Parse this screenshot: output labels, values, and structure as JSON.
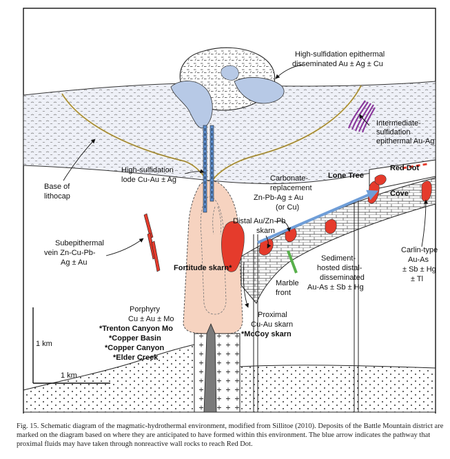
{
  "colors": {
    "lithocap_fill": "#eef0f7",
    "advanced_argillic": "#b7c9e6",
    "potassic_halo": "#f6d3c0",
    "skarn_red": "#e53b2c",
    "blue_arrow": "#6f9ed8",
    "yellow_contact": "#d7b646",
    "purple_veins": "#8b3a9e",
    "marble_front": "#58b04b"
  },
  "labels": {
    "high_sulf_epi": [
      "High-sulfidation epithermal",
      "disseminated Au ± Ag ± Cu"
    ],
    "intermediate": [
      "Intermediate-",
      "sulfidation",
      "epithermal Au-Ag"
    ],
    "red_dot": "Red Dot",
    "cove": "Cove",
    "lone_tree": "Lone Tree",
    "base_lithocap": [
      "Base of",
      "lithocap"
    ],
    "lode": [
      "High-sulfidation",
      "lode Cu-Au ± Ag"
    ],
    "carbonate": [
      "Carbonate-",
      "replacement",
      "Zn-Pb-Ag ±  Au",
      "(or Cu)"
    ],
    "distal_skarn": [
      "Distal Au/Zn-Pb",
      "skarn"
    ],
    "subepithermal": [
      "Subepithermal",
      "vein Zn-Cu-Pb-",
      "Ag ± Au"
    ],
    "fortitude": "Fortitude skarn*",
    "marble_front": [
      "Marble",
      "front"
    ],
    "sediment": [
      "Sediment-",
      "hosted distal-",
      "disseminated",
      "Au-As ± Sb ± Hg"
    ],
    "carlin": [
      "Carlin-type",
      "Au-As",
      "± Sb ± Hg",
      "± Tl"
    ],
    "porphyry": [
      "Porphyry",
      "Cu ± Au ± Mo"
    ],
    "porphyry_deposits": [
      "*Trenton Canyon Mo",
      "*Copper Basin",
      "*Copper Canyon",
      "*Elder Creek"
    ],
    "proximal": [
      "Proximal",
      "Cu-Au skarn"
    ],
    "mccoy": "*McCoy skarn",
    "scale_vertical": "1 km",
    "scale_horizontal": "1 km"
  },
  "caption": "Fig. 15. Schematic diagram of the magmatic-hydrothermal environment, modified from Sillitoe (2010). Deposits of the Battle Mountain district are marked on the diagram based on where they are anticipated to have formed within this environment. The blue arrow indicates the pathway that proximal fluids may have taken through nonreactive wall rocks to reach Red Dot."
}
